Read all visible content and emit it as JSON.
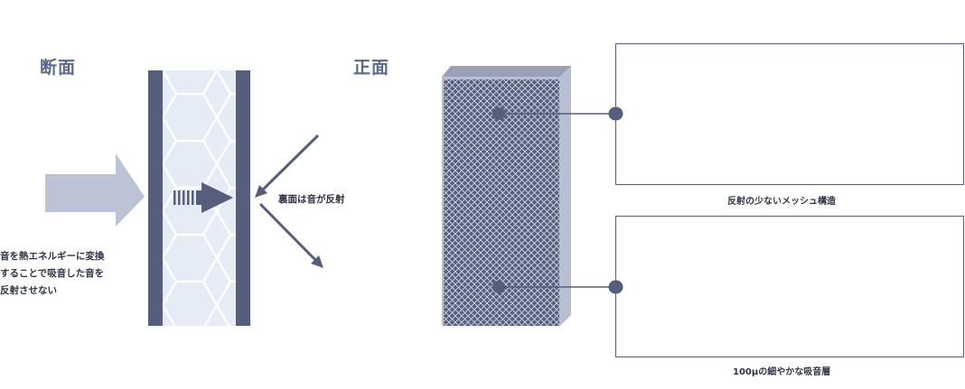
{
  "headings": {
    "section": "断面",
    "front": "正面"
  },
  "notes": {
    "convert_lines": [
      "音を熱エネルギーに変換",
      "することで吸音した音を",
      "反射させない"
    ],
    "back_reflect": "裏面は音が反射"
  },
  "captions": {
    "mesh": "反射の少ないメッシュ構造",
    "layer": "100μの細やかな吸音層"
  },
  "colors": {
    "dark": "#555f7d",
    "light_arrow": "#bcc3d4",
    "honeycomb_fill": "#e6ecf6",
    "honeycomb_line": "#ffffff",
    "panel_side": "#b9bed0",
    "text": "#2d3445",
    "heading": "#5a6a86"
  }
}
